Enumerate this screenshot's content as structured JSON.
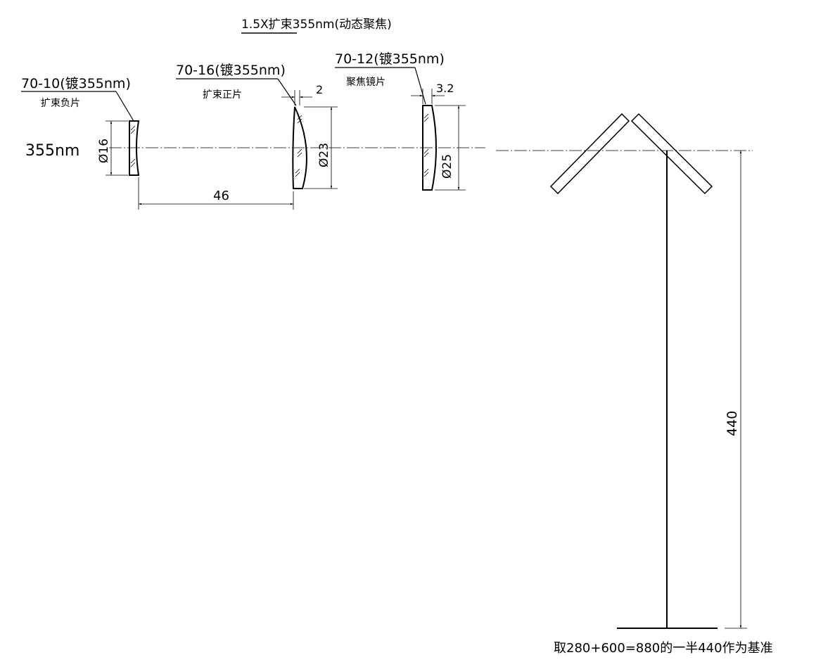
{
  "title": "1.5X扩束355nm(动态聚焦)",
  "wavelength_label": "355nm",
  "lenses": [
    {
      "part": "70-10(镀355nm)",
      "name": "扩束负片",
      "diameter": "Ø16"
    },
    {
      "part": "70-16(镀355nm)",
      "name": "扩束正片",
      "diameter": "Ø23",
      "thickness": "2"
    },
    {
      "part": "70-12(镀355nm)",
      "name": "聚焦镜片",
      "diameter": "Ø25",
      "thickness": "3.2"
    }
  ],
  "dimensions": {
    "lens_spacing": "46",
    "height": "440"
  },
  "footnote": "取280+600=880的一半440作为基准"
}
